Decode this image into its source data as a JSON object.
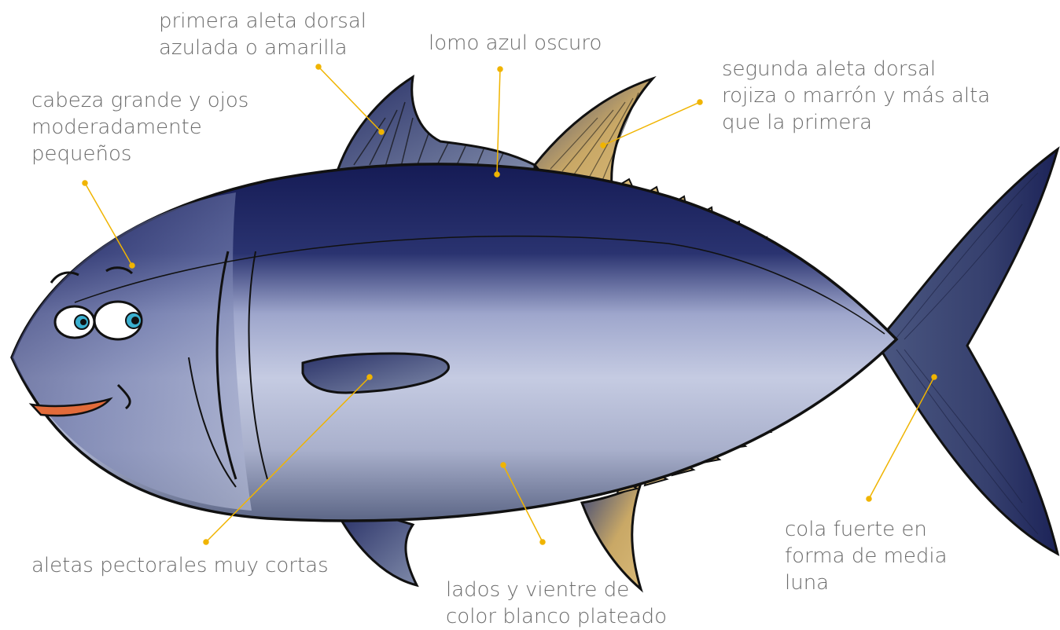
{
  "colors": {
    "leader": "#f0b400",
    "label_text": "#6b6b6b",
    "back": "#1c2461",
    "body_mid": "#8e97bf",
    "belly": "#c4cbe0",
    "fin_yellow": "#c9a866",
    "fin_dark": "#2c3668",
    "mouth": "#e26b3a"
  },
  "labels": {
    "first_dorsal": [
      "primera aleta dorsal",
      "azulada o amarilla"
    ],
    "back": [
      "lomo azul oscuro"
    ],
    "second_dorsal": [
      "segunda aleta dorsal",
      "rojiza o marrón y más alta",
      "que la primera"
    ],
    "head": [
      "cabeza grande y ojos",
      "moderadamente",
      "pequeños"
    ],
    "pectoral": [
      "aletas pectorales muy cortas"
    ],
    "sides": [
      "lados y vientre de",
      "color blanco plateado"
    ],
    "tail": [
      "cola fuerte en",
      "forma de media",
      "luna"
    ]
  }
}
